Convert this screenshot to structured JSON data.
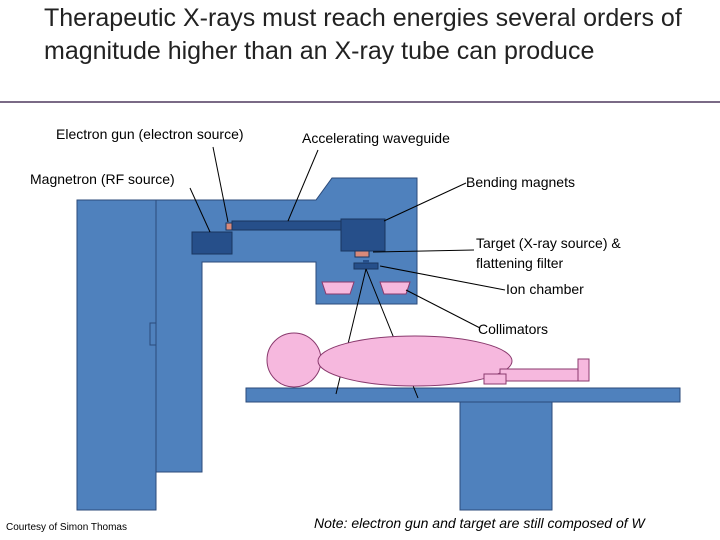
{
  "title": "Therapeutic X-rays must reach energies several orders of magnitude higher than an X-ray tube can produce",
  "labels": {
    "electron_gun": "Electron gun (electron source)",
    "magnetron": "Magnetron (RF source)",
    "waveguide": "Accelerating waveguide",
    "bending_magnets": "Bending magnets",
    "target_line1": "Target (X-ray source) &",
    "target_line2": "flattening filter",
    "ion_chamber": "Ion chamber",
    "collimators": "Collimators"
  },
  "courtesy": "Courtesy of Simon Thomas",
  "note": "Note: electron gun and target are still composed of W",
  "colors": {
    "machine": "#4f81bd",
    "machine_edge": "#2b4a7a",
    "dark_component": "#264f8a",
    "patient": "#f6b8de",
    "patient_edge": "#8a3a6e",
    "target": "#d98a7a"
  }
}
